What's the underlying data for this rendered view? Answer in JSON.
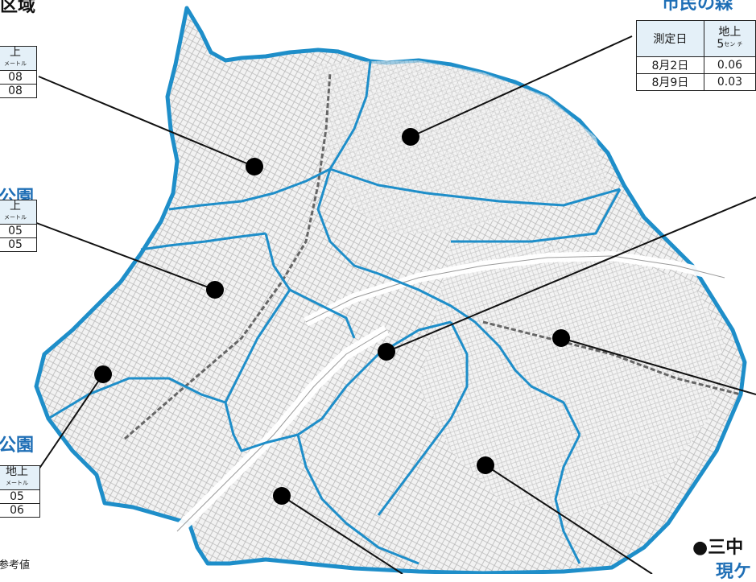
{
  "colors": {
    "boundary": "#1e8ec9",
    "title_blue": "#1f6fb6",
    "table_header_bg": "#e4f0f8",
    "dot": "#000000"
  },
  "labels": {
    "top_left_fragment": "区域",
    "park_fragment_1": "公園",
    "park_fragment_2": "公園",
    "forest_title": "市民の森",
    "school_fragment": "●三中",
    "bottom_right_fragment": "現ケ",
    "reference_note": "参考値"
  },
  "tables": {
    "t1": {
      "header": "上",
      "unit": "メートル",
      "values": [
        "08",
        "08"
      ]
    },
    "t2": {
      "header": "上",
      "unit": "メートル",
      "values": [
        "05",
        "05"
      ]
    },
    "t3": {
      "header": "地上",
      "unit": "メートル",
      "values": [
        "05",
        "06"
      ]
    },
    "t_forest": {
      "col1": "測定日",
      "col2_top": "地上",
      "col2_bottom": "5",
      "col2_unit": "セン チ",
      "rows": [
        {
          "date": "8月2日",
          "value": "0.06"
        },
        {
          "date": "8月9日",
          "value": "0.03"
        }
      ]
    }
  },
  "markers": [
    "marker-north-west",
    "marker-north",
    "marker-west",
    "marker-south-west",
    "marker-center",
    "marker-east",
    "marker-south",
    "marker-south-center"
  ]
}
